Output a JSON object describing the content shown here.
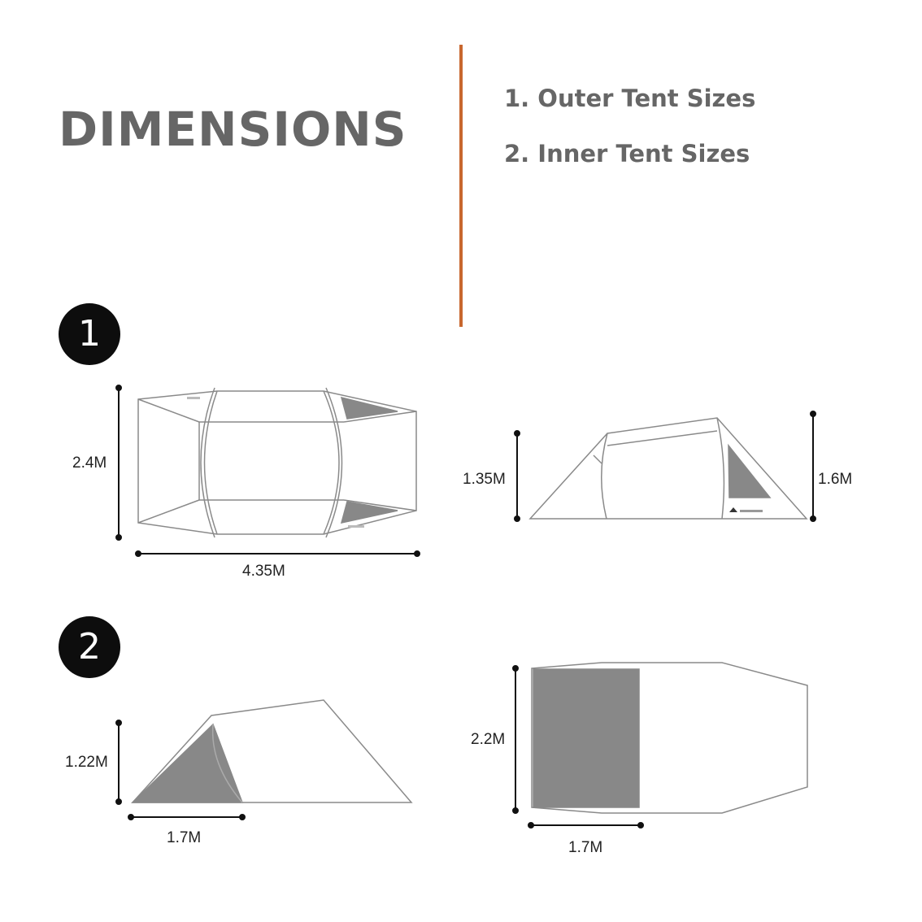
{
  "title": "DIMENSIONS",
  "legend": [
    {
      "label": "1. Outer Tent Sizes"
    },
    {
      "label": "2. Inner Tent Sizes"
    }
  ],
  "sections": [
    {
      "badge": "1",
      "dimensions": {
        "top_width": "2.4M",
        "top_length": "4.35M",
        "side_front_height": "1.35M",
        "side_rear_height": "1.6M"
      }
    },
    {
      "badge": "2",
      "dimensions": {
        "side_height": "1.22M",
        "side_base": "1.7M",
        "top_width": "2.2M",
        "top_length": "1.7M"
      }
    }
  ],
  "colors": {
    "accent_divider": "#c8672e",
    "text": "#666666",
    "shade": "#888888",
    "badge": "#0d0d0d"
  }
}
